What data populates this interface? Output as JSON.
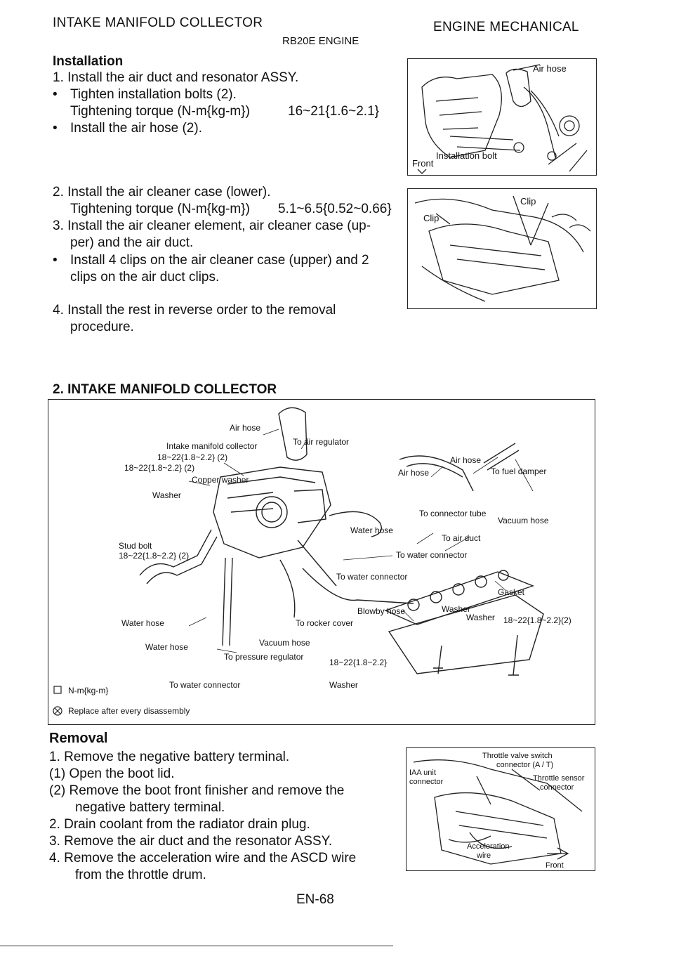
{
  "header": {
    "left": "INTAKE MANIFOLD COLLECTOR",
    "right": "ENGINE MECHANICAL",
    "sub": "RB20E ENGINE"
  },
  "installation": {
    "title": "Installation",
    "s1": "1.  Install the air duct and resonator ASSY.",
    "b1": "Tighten installation bolts (2).",
    "t1_label": "Tightening torque (N-m{kg-m})",
    "t1_value": "16~21{1.6~2.1}",
    "b2": "Install the air hose (2).",
    "s2": "2.  Install the air cleaner case (lower).",
    "t2_label": "Tightening torque (N-m{kg-m})",
    "t2_value": "5.1~6.5{0.52~0.66}",
    "s3a": "3.  Install the air cleaner element, air cleaner case (up-",
    "s3b": "per) and the air duct.",
    "b3a": "Install 4 clips on the air cleaner case (upper) and 2",
    "b3b": "clips on the air duct clips.",
    "s4a": "4.  Install the rest in reverse order to the removal",
    "s4b": "procedure."
  },
  "photo1": {
    "air_hose": "Air hose",
    "front": "Front",
    "bolt": "Installation bolt"
  },
  "photo2": {
    "clip_left": "Clip",
    "clip_right": "Clip"
  },
  "section2": {
    "title": "2.  INTAKE MANIFOLD COLLECTOR"
  },
  "diagram": {
    "air_hose_top": "Air hose",
    "to_air_regulator": "To air regulator",
    "intake_collector": "Intake manifold collector",
    "torque_a": "18~22{1.8~2.2} (2)",
    "torque_b": "18~22{1.8~2.2} (2)",
    "copper_washer": "Copper washer",
    "washer_1": "Washer",
    "air_hose_right": "Air hose",
    "air_hose_mid": "Air hose",
    "to_fuel_damper": "To fuel damper",
    "to_connector_tube": "To connector tube",
    "vacuum_hose_right": "Vacuum hose",
    "water_hose_mid": "Water hose",
    "to_air_duct": "To air duct",
    "stud_bolt": "Stud bolt",
    "stud_torque": "18~22{1.8~2.2} (2)",
    "to_water_connector_1": "To water connector",
    "to_water_connector_2": "To water connector",
    "gasket": "Gasket",
    "blowby_hose": "Blowby hose",
    "water_hose_left": "Water hose",
    "to_rocker_cover": "To rocker cover",
    "washer_2": "Washer",
    "washer_3": "Washer",
    "torque_right": "18~22{1.8~2.2}(2)",
    "water_hose_low": "Water hose",
    "vacuum_hose_low": "Vacuum hose",
    "to_pressure_regulator": "To pressure regulator",
    "torque_low": "18~22{1.8~2.2}",
    "to_water_connector_3": "To water connector",
    "washer_4": "Washer",
    "legend_torque": "N-m{kg-m}",
    "legend_replace": "Replace after every disassembly"
  },
  "removal": {
    "title": "Removal",
    "s1": "1.  Remove the negative battery terminal.",
    "s1a": "(1)  Open the boot lid.",
    "s1b_a": "(2)  Remove the boot front finisher and remove the",
    "s1b_b": "negative battery terminal.",
    "s2": "2.  Drain coolant from the radiator drain plug.",
    "s3": "3.  Remove the air duct and the resonator ASSY.",
    "s4a": "4.  Remove the acceleration wire and the ASCD wire",
    "s4b": "from the throttle drum."
  },
  "photo3": {
    "tvs_a": "Throttle valve switch",
    "tvs_b": "connector (A / T)",
    "aac_a": "IAA unit",
    "aac_b": "connector",
    "tps_a": "Throttle sensor",
    "tps_b": "connector",
    "accel_a": "Acceleration",
    "accel_b": "wire",
    "front": "Front"
  },
  "footer": {
    "page": "EN-68"
  }
}
